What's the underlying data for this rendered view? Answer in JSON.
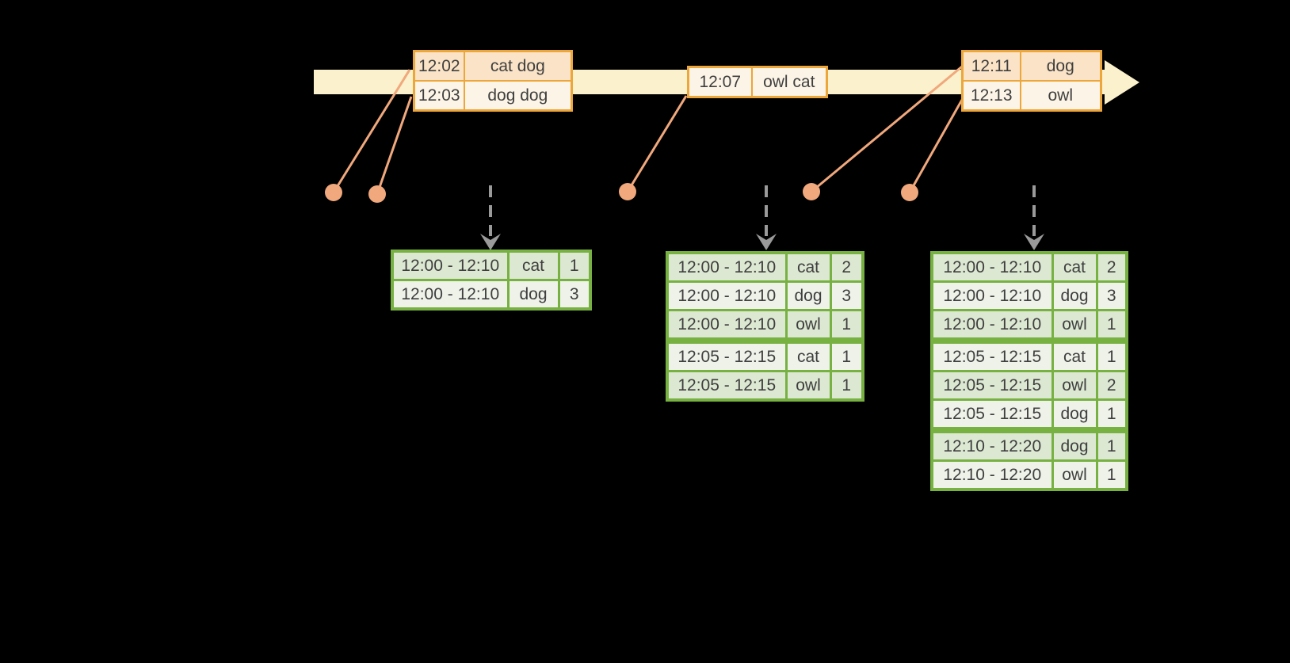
{
  "colors": {
    "band": "#FBF1CC",
    "event_border": "#ECA63A",
    "event_row_dark": "#FAE3C6",
    "event_row_light": "#FCF4E6",
    "result_border": "#77B142",
    "result_row_dark": "#DCE8D2",
    "result_row_light": "#EEF2E9",
    "connector": "#F0A87C",
    "arrow_gray": "#9A9A9A",
    "text": "#3F3F3F",
    "bg": "#000000"
  },
  "icons": {
    "timeline_arrow": "right-block-arrow",
    "trigger_arrow": "dashed-down-arrow",
    "event_dot": "filled-circle"
  },
  "event_tables": [
    {
      "rows": [
        {
          "time": "12:02",
          "words": "cat dog"
        },
        {
          "time": "12:03",
          "words": "dog dog"
        }
      ]
    },
    {
      "rows": [
        {
          "time": "12:07",
          "words": "owl cat"
        }
      ]
    },
    {
      "rows": [
        {
          "time": "12:11",
          "words": "dog"
        },
        {
          "time": "12:13",
          "words": "owl"
        }
      ]
    }
  ],
  "result_tables": [
    {
      "rows": [
        {
          "window": "12:00 - 12:10",
          "word": "cat",
          "count": "1"
        },
        {
          "window": "12:00 - 12:10",
          "word": "dog",
          "count": "3"
        }
      ]
    },
    {
      "rows": [
        {
          "window": "12:00 - 12:10",
          "word": "cat",
          "count": "2"
        },
        {
          "window": "12:00 - 12:10",
          "word": "dog",
          "count": "3"
        },
        {
          "window": "12:00 - 12:10",
          "word": "owl",
          "count": "1"
        },
        {
          "window": "12:05 - 12:15",
          "word": "cat",
          "count": "1"
        },
        {
          "window": "12:05 - 12:15",
          "word": "owl",
          "count": "1"
        }
      ]
    },
    {
      "rows": [
        {
          "window": "12:00 - 12:10",
          "word": "cat",
          "count": "2"
        },
        {
          "window": "12:00 - 12:10",
          "word": "dog",
          "count": "3"
        },
        {
          "window": "12:00 - 12:10",
          "word": "owl",
          "count": "1"
        },
        {
          "window": "12:05 - 12:15",
          "word": "cat",
          "count": "1"
        },
        {
          "window": "12:05 - 12:15",
          "word": "owl",
          "count": "2"
        },
        {
          "window": "12:05 - 12:15",
          "word": "dog",
          "count": "1"
        },
        {
          "window": "12:10 - 12:20",
          "word": "dog",
          "count": "1"
        },
        {
          "window": "12:10 - 12:20",
          "word": "owl",
          "count": "1"
        }
      ]
    }
  ]
}
